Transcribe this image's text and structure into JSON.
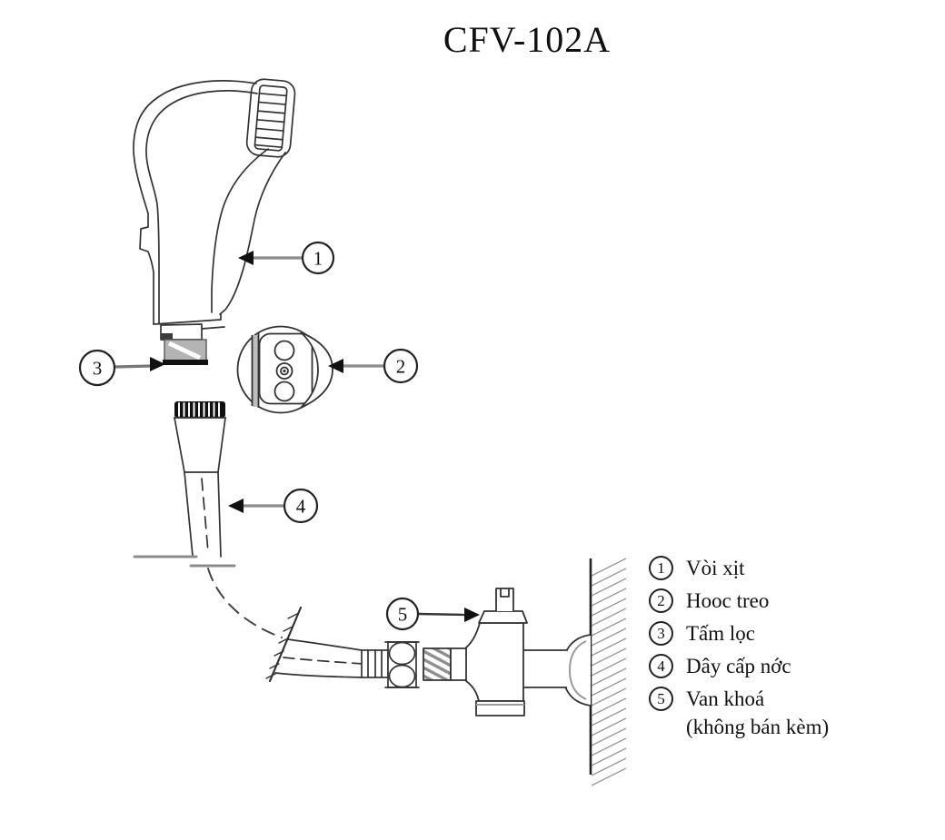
{
  "title": "CFV-102A",
  "callouts": {
    "c1": "1",
    "c2": "2",
    "c3": "3",
    "c4": "4",
    "c5": "5"
  },
  "legend": [
    {
      "num": "1",
      "label": "Vòi xịt"
    },
    {
      "num": "2",
      "label": "Hooc treo"
    },
    {
      "num": "3",
      "label": "Tấm lọc"
    },
    {
      "num": "4",
      "label": "Dây cấp nớc"
    },
    {
      "num": "5",
      "label": "Van khoá",
      "note": "(không bán kèm)"
    }
  ],
  "colors": {
    "line": "#2b2b2b",
    "fill_gray": "#b4b4b4",
    "fill_black": "#111111",
    "arrow_gray": "#8c8c8c",
    "background": "#ffffff"
  }
}
